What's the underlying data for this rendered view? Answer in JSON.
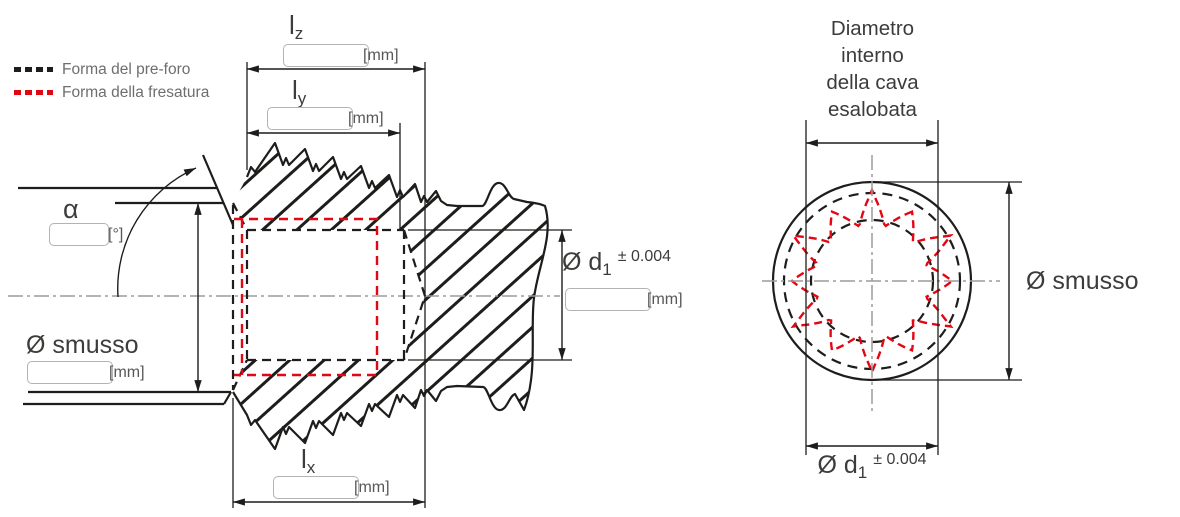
{
  "colors": {
    "line": "#1d1d1b",
    "red": "#e30613",
    "text": "#3c3c3b",
    "muted": "#58585a",
    "legend": "#6d6e70",
    "cline": "#9c9c9b",
    "inpb": "#b3b3b3",
    "bg": "#ffffff"
  },
  "legend": {
    "items": [
      {
        "id": "pre-foro",
        "label": "Forma del pre-foro"
      },
      {
        "id": "fresatura",
        "label": "Forma della fresatura"
      }
    ]
  },
  "section_view": {
    "alpha": {
      "label": "α",
      "unit": "[°]",
      "value": ""
    },
    "lz": {
      "base": "l",
      "sub": "z",
      "unit": "[mm]",
      "value": ""
    },
    "ly": {
      "base": "l",
      "sub": "y",
      "unit": "[mm]",
      "value": ""
    },
    "lx": {
      "base": "l",
      "sub": "x",
      "unit": "[mm]",
      "value": ""
    },
    "smusso": {
      "label": "Ø smusso",
      "unit": "[mm]",
      "value": ""
    },
    "d1": {
      "prefix": "Ø d",
      "sub": "1",
      "tolerance": "± 0.004",
      "unit": "[mm]",
      "value": ""
    }
  },
  "front_view": {
    "title": "Diametro interno della cava esalobata",
    "title_lines": [
      "Diametro",
      "interno",
      "della cava",
      "esalobata"
    ],
    "smusso_label": "Ø smusso",
    "d1": {
      "prefix": "Ø d",
      "sub": "1",
      "tolerance": "± 0.004"
    }
  }
}
